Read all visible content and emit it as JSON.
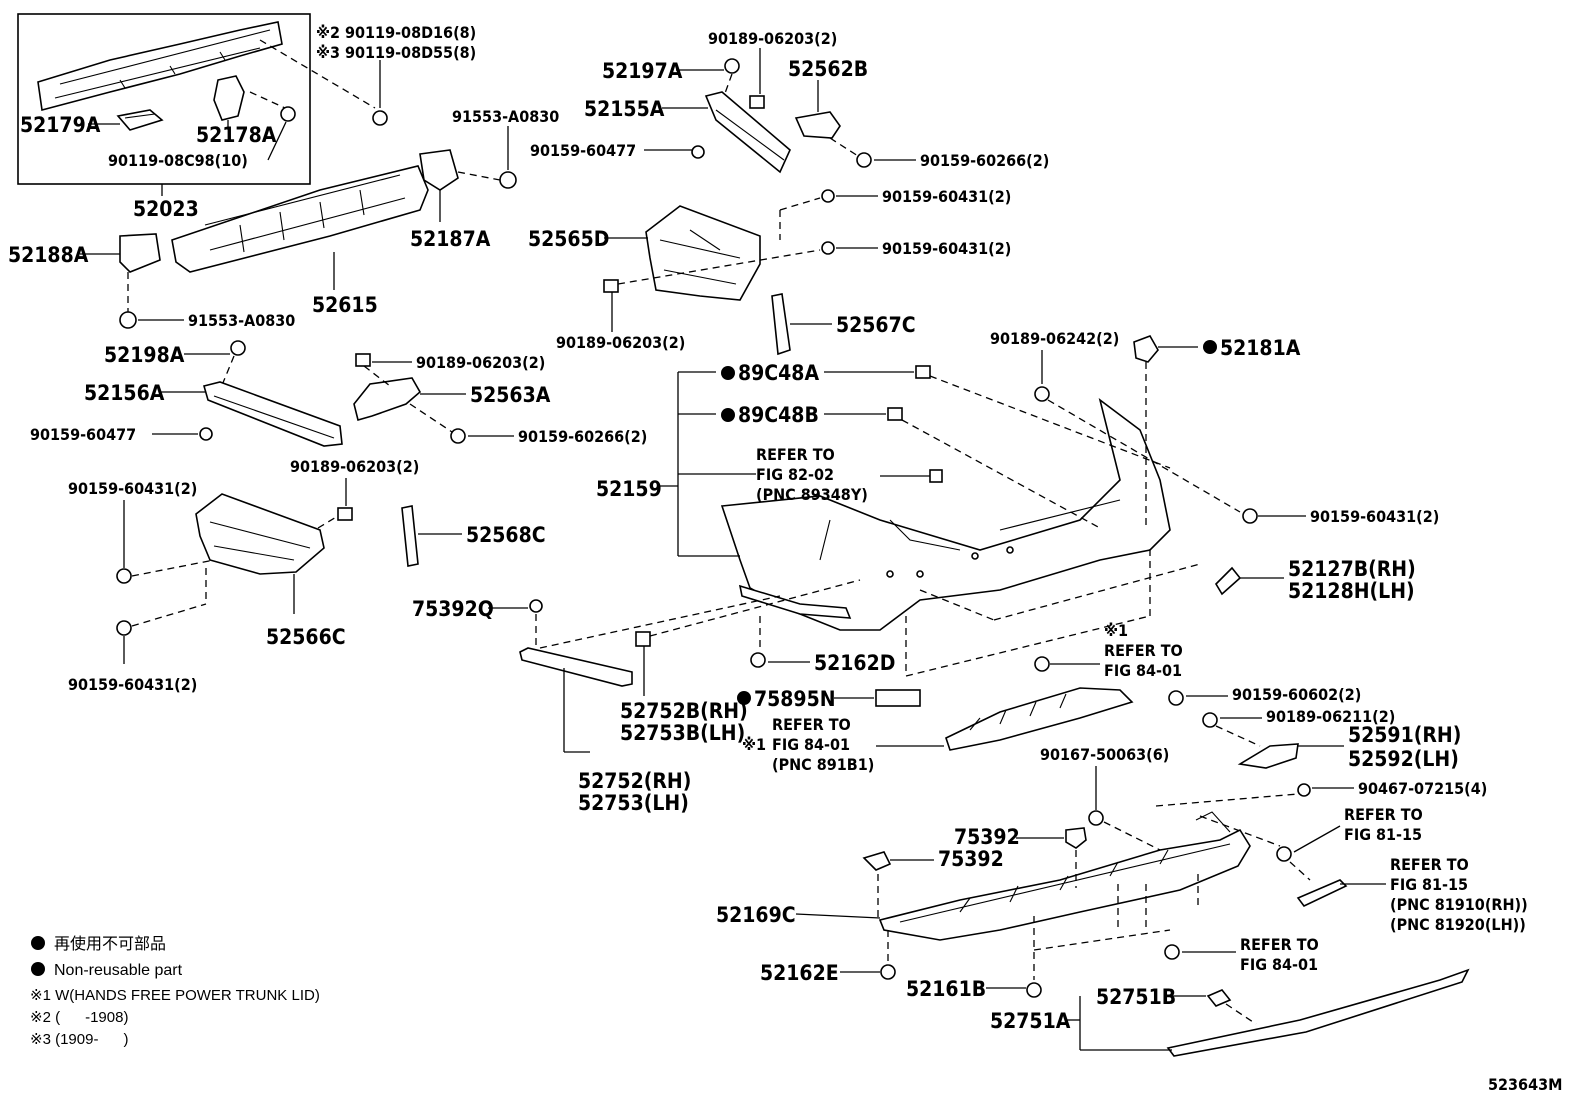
{
  "labels": {
    "p52179A": "52179A",
    "p52178A": "52178A",
    "p90119_08C98": "90119-08C98(10)",
    "p90119_08D16": "90119-08D16(8)",
    "p90119_08D55": "90119-08D55(8)",
    "mark2": "※2",
    "mark3": "※3",
    "p52023": "52023",
    "p52188A": "52188A",
    "p52615": "52615",
    "p91553_A0830_a": "91553-A0830",
    "p91553_A0830_b": "91553-A0830",
    "p52187A": "52187A",
    "p52197A": "52197A",
    "p52155A": "52155A",
    "p90159_60477_a": "90159-60477",
    "p90189_06203_a": "90189-06203(2)",
    "p52562B": "52562B",
    "p90159_60266_a": "90159-60266(2)",
    "p90159_60431_a": "90159-60431(2)",
    "p90159_60431_b": "90159-60431(2)",
    "p52565D": "52565D",
    "p90189_06203_b": "90189-06203(2)",
    "p52567C": "52567C",
    "p52198A": "52198A",
    "p52156A": "52156A",
    "p90159_60477_b": "90159-60477",
    "p90189_06203_c": "90189-06203(2)",
    "p52563A": "52563A",
    "p90159_60266_b": "90159-60266(2)",
    "p90189_06203_d": "90189-06203(2)",
    "p90159_60431_c": "90159-60431(2)",
    "p52568C": "52568C",
    "p52566C": "52566C",
    "p90159_60431_d": "90159-60431(2)",
    "p89C48A": "89C48A",
    "p89C48B": "89C48B",
    "p52159": "52159",
    "refer1": "REFER TO",
    "refer1b": "FIG 82-02",
    "refer1c": "(PNC 89348Y)",
    "p90189_06242": "90189-06242(2)",
    "p52181A": "52181A",
    "p90159_60431_e": "90159-60431(2)",
    "p52127B": "52127B(RH)",
    "p52128H": "52128H(LH)",
    "p75392Q": "75392Q",
    "p52162D": "52162D",
    "mark1a": "※1",
    "refer2": "REFER TO",
    "refer2b": "FIG 84-01",
    "p75895N": "75895N",
    "p52752B": "52752B(RH)",
    "p52753B": "52753B(LH)",
    "refer3": "REFER TO",
    "mark1b": "※1",
    "refer3b": "FIG 84-01",
    "refer3c": "(PNC 891B1)",
    "p52752": "52752(RH)",
    "p52753": "52753(LH)",
    "p90159_60602": "90159-60602(2)",
    "p90189_06211": "90189-06211(2)",
    "p52591": "52591(RH)",
    "p52592": "52592(LH)",
    "p90167_50063": "90167-50063(6)",
    "p90467_07215": "90467-07215(4)",
    "p75392_a": "75392",
    "p75392_b": "75392",
    "refer4": "REFER TO",
    "refer4b": "FIG 81-15",
    "refer5": "REFER TO",
    "refer5b": "FIG 81-15",
    "refer5c": "(PNC 81910(RH))",
    "refer5d": "(PNC 81920(LH))",
    "p52169C": "52169C",
    "p52162E": "52162E",
    "p52161B": "52161B",
    "refer6": "REFER TO",
    "refer6b": "FIG 84-01",
    "p52751B": "52751B",
    "p52751A": "52751A",
    "figure_id": "523643M"
  },
  "legend": {
    "line1": "再使用不可部品",
    "line2": "Non-reusable part",
    "line3": "※1 W(HANDS FREE POWER TRUNK LID)",
    "line4": "※2 (      -1908)",
    "line5": "※3 (1909-      )"
  }
}
